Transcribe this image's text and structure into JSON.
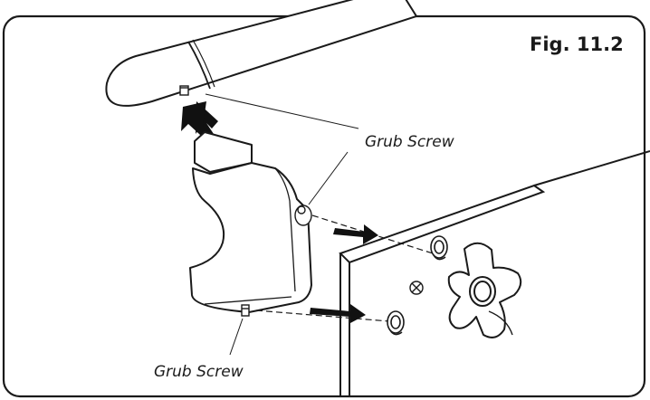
{
  "figure": {
    "label": "Fig. 11.2"
  },
  "callouts": {
    "upper": "Grub Screw",
    "lower": "Grub Screw"
  },
  "colors": {
    "line": "#1a1a1a",
    "arrow": "#111111",
    "background": "#ffffff"
  }
}
